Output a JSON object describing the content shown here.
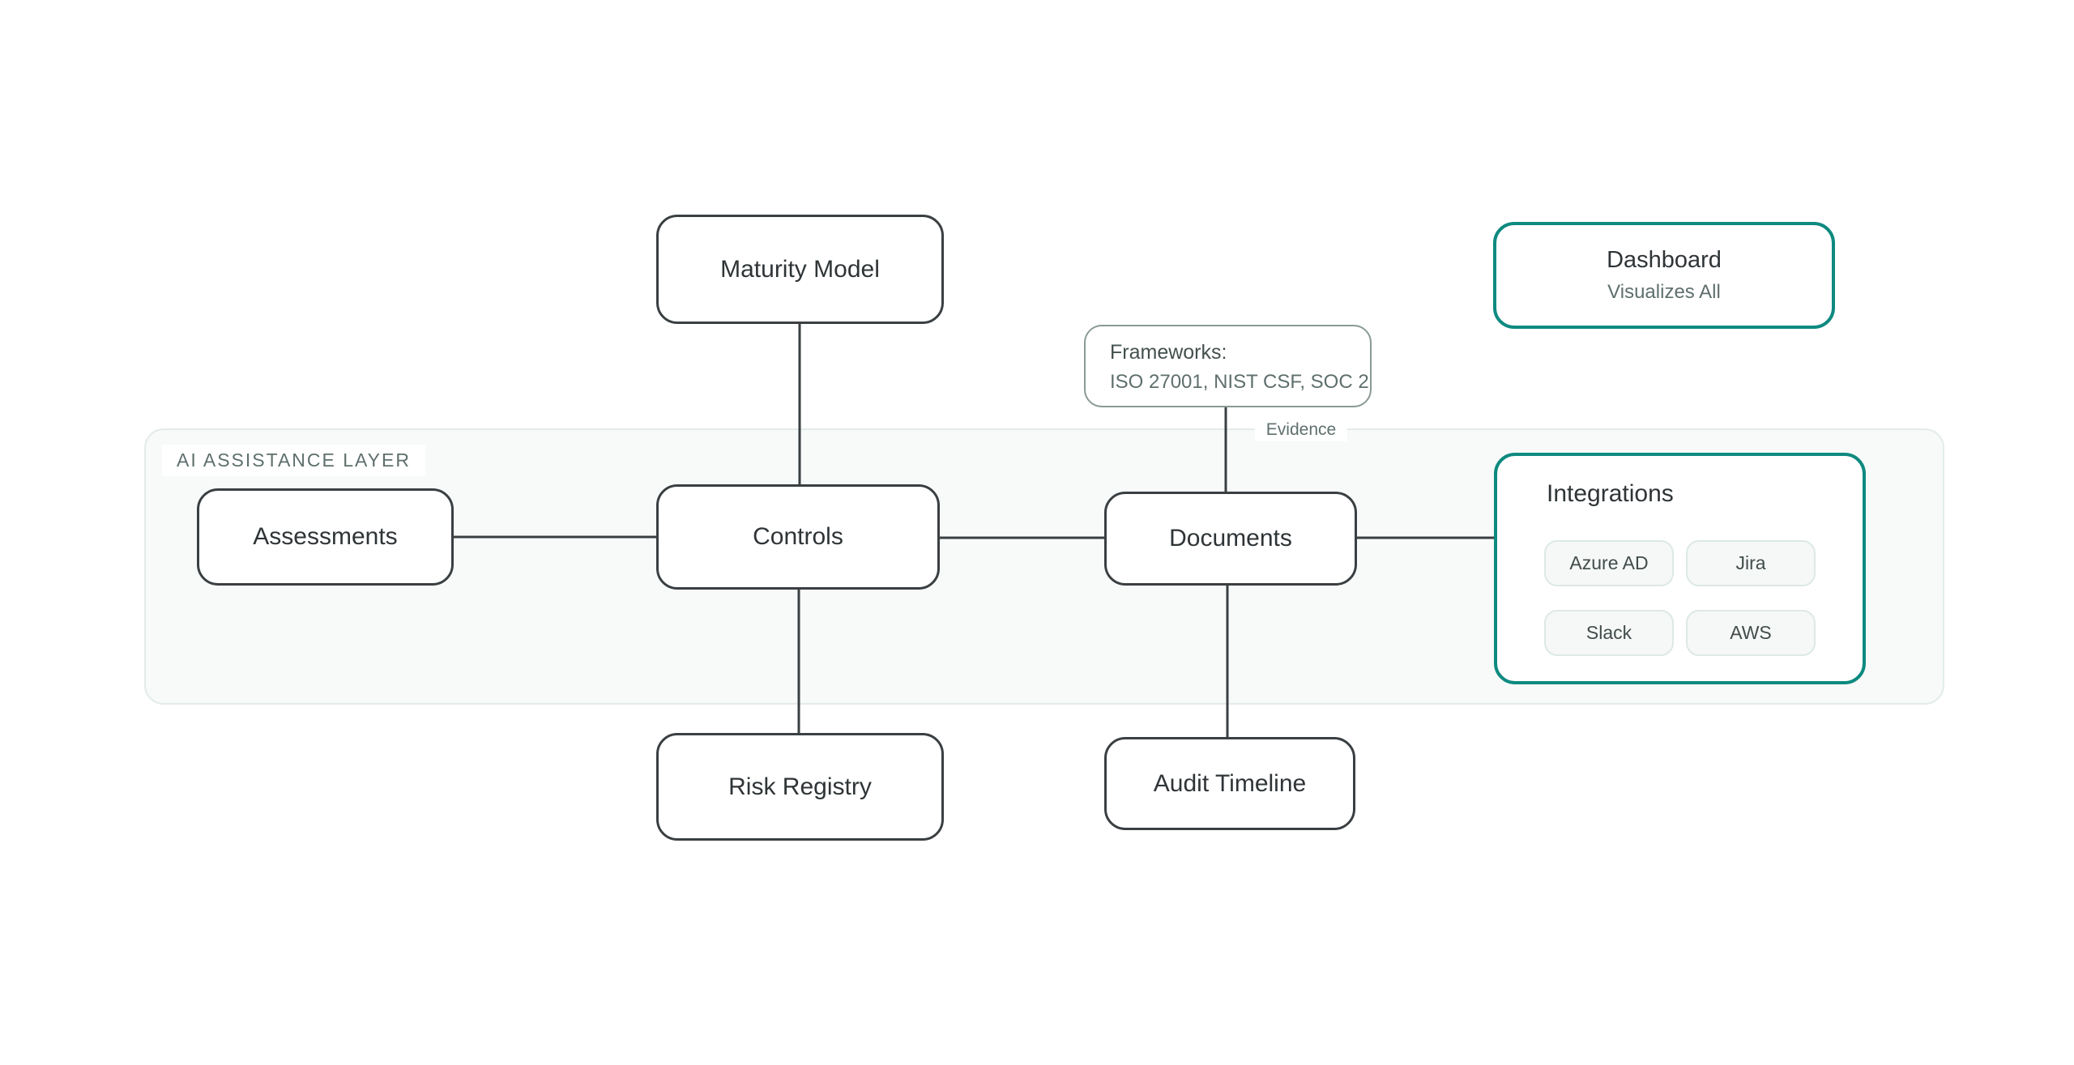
{
  "colors": {
    "accent_teal": "#0E8A80",
    "node_border": "#3A3F42",
    "text_primary": "#2F3437",
    "text_muted": "#5E6F6D",
    "band_bg": "#F7FAF9",
    "band_border": "#E3ECEA",
    "chip_bg": "#F5F8F7",
    "chip_border": "#DDE9E5"
  },
  "diagram": {
    "ai_layer_label": "AI ASSISTANCE LAYER",
    "nodes": {
      "maturity_model": {
        "label": "Maturity Model"
      },
      "assessments": {
        "label": "Assessments"
      },
      "controls": {
        "label": "Controls"
      },
      "documents": {
        "label": "Documents"
      },
      "risk_registry": {
        "label": "Risk Registry"
      },
      "audit_timeline": {
        "label": "Audit Timeline"
      },
      "frameworks": {
        "title": "Frameworks:",
        "list": "ISO 27001, NIST CSF, SOC 2"
      },
      "dashboard": {
        "title": "Dashboard",
        "subtitle": "Visualizes All"
      },
      "integrations": {
        "title": "Integrations",
        "chips": [
          "Azure AD",
          "Jira",
          "Slack",
          "AWS"
        ]
      }
    },
    "edge_labels": {
      "evidence": "Evidence"
    }
  }
}
